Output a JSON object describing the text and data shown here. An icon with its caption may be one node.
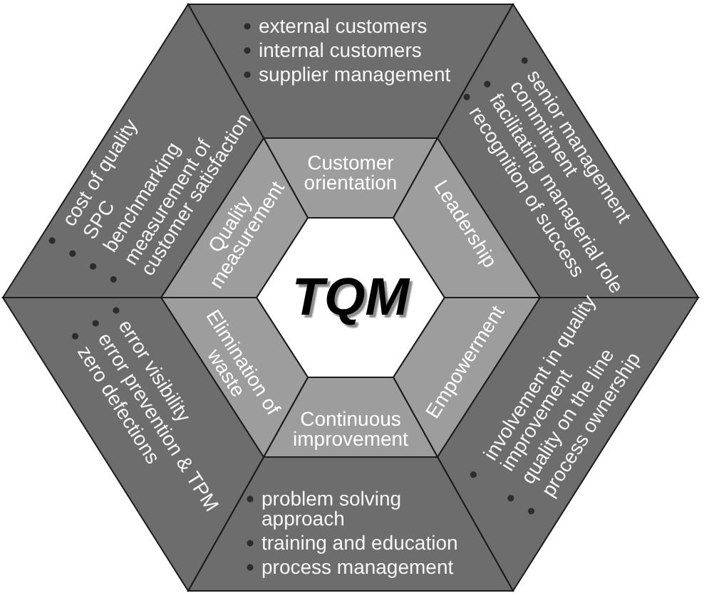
{
  "diagram": {
    "nodes": [
      {
        "text": [
          "TQM"
        ]
      },
      {
        "text": [
          "Customer orientation"
        ]
      },
      {
        "text": [
          "Leadership"
        ]
      },
      {
        "text": [
          "Empowerment"
        ]
      },
      {
        "text": [
          "Continuous improvement"
        ]
      },
      {
        "text": [
          "Elimination of waste"
        ]
      },
      {
        "text": [
          "Quality measurement"
        ]
      },
      {
        "text": [
          "external customers",
          "internal customers",
          "supplier management"
        ]
      },
      {
        "text": [
          "senior management commitment",
          "facilitating managerial role",
          "recognition of success"
        ]
      },
      {
        "text": [
          "involvement in quality improvement",
          "quality on the line",
          "process ownership"
        ]
      },
      {
        "text": [
          "problem solving approach",
          "training and education",
          "process management"
        ]
      },
      {
        "text": [
          "error visibility",
          "error prevention & TPM",
          "zero defections"
        ]
      },
      {
        "text": [
          "cost of quality",
          "SPC",
          "benchmarking",
          "measurement of customer satisfaction"
        ]
      }
    ]
  }
}
